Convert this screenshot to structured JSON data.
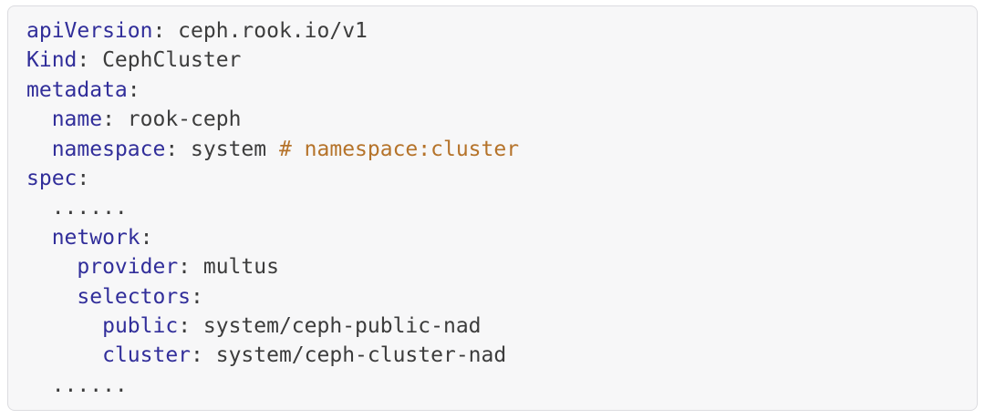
{
  "colors": {
    "page_bg": "#ffffff",
    "panel_bg": "#f7f7f8",
    "panel_border": "#dcdce0",
    "key": "#312e9a",
    "plain": "#3c3c3c",
    "comment": "#b5732a"
  },
  "code": {
    "language": "yaml",
    "lines": [
      {
        "segments": [
          {
            "type": "key",
            "text": "apiVersion"
          },
          {
            "type": "plain",
            "text": ": ceph.rook.io/v1"
          }
        ]
      },
      {
        "segments": [
          {
            "type": "key",
            "text": "Kind"
          },
          {
            "type": "plain",
            "text": ": CephCluster"
          }
        ]
      },
      {
        "segments": [
          {
            "type": "key",
            "text": "metadata"
          },
          {
            "type": "plain",
            "text": ":"
          }
        ]
      },
      {
        "segments": [
          {
            "type": "plain",
            "text": "  "
          },
          {
            "type": "key",
            "text": "name"
          },
          {
            "type": "plain",
            "text": ": rook-ceph"
          }
        ]
      },
      {
        "segments": [
          {
            "type": "plain",
            "text": "  "
          },
          {
            "type": "key",
            "text": "namespace"
          },
          {
            "type": "plain",
            "text": ": system "
          },
          {
            "type": "comment",
            "text": "# namespace:cluster"
          }
        ]
      },
      {
        "segments": [
          {
            "type": "key",
            "text": "spec"
          },
          {
            "type": "plain",
            "text": ":"
          }
        ]
      },
      {
        "segments": [
          {
            "type": "plain",
            "text": "  ......"
          }
        ]
      },
      {
        "segments": [
          {
            "type": "plain",
            "text": "  "
          },
          {
            "type": "key",
            "text": "network"
          },
          {
            "type": "plain",
            "text": ":"
          }
        ]
      },
      {
        "segments": [
          {
            "type": "plain",
            "text": "    "
          },
          {
            "type": "key",
            "text": "provider"
          },
          {
            "type": "plain",
            "text": ": multus"
          }
        ]
      },
      {
        "segments": [
          {
            "type": "plain",
            "text": "    "
          },
          {
            "type": "key",
            "text": "selectors"
          },
          {
            "type": "plain",
            "text": ":"
          }
        ]
      },
      {
        "segments": [
          {
            "type": "plain",
            "text": "      "
          },
          {
            "type": "key",
            "text": "public"
          },
          {
            "type": "plain",
            "text": ": system/ceph-public-nad"
          }
        ]
      },
      {
        "segments": [
          {
            "type": "plain",
            "text": "      "
          },
          {
            "type": "key",
            "text": "cluster"
          },
          {
            "type": "plain",
            "text": ": system/ceph-cluster-nad"
          }
        ]
      },
      {
        "segments": [
          {
            "type": "plain",
            "text": "  ......"
          }
        ]
      }
    ]
  }
}
